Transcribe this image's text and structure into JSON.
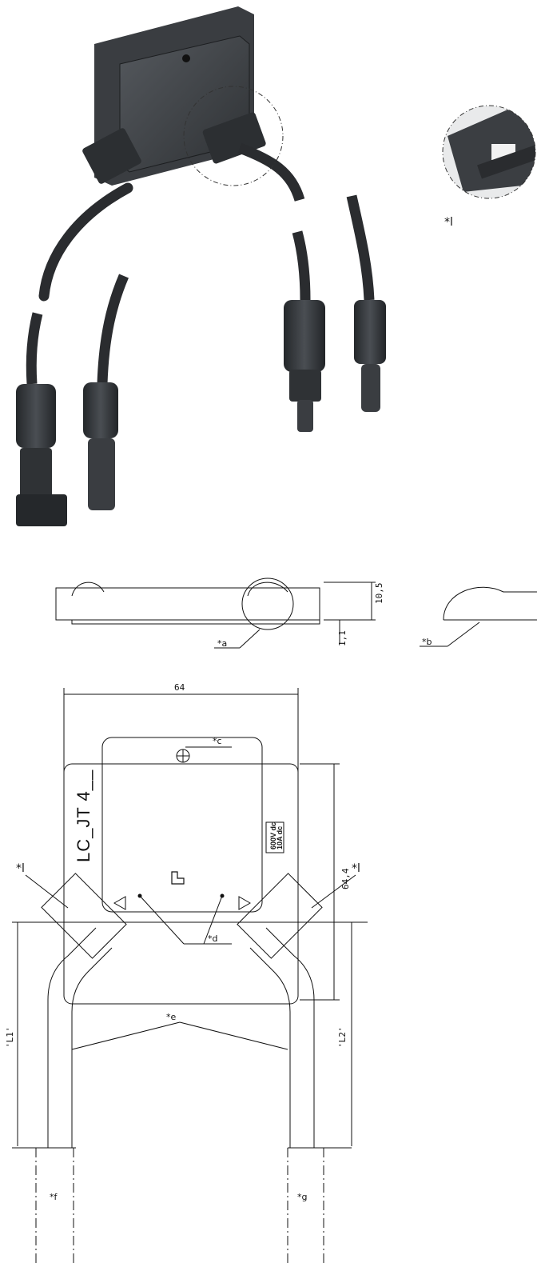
{
  "detail_marks": {
    "detail_l": "*l",
    "a": "*a",
    "b": "*b",
    "c": "*c",
    "d": "*d",
    "e": "*e",
    "f": "*f",
    "g": "*g"
  },
  "dimensions": {
    "width": "64",
    "height": "64,4",
    "thickness": "10,5",
    "base": "1,1",
    "length_left": "'L1'",
    "length_right": "'L2'"
  },
  "product_label": "LC_JT 4__",
  "rating": {
    "voltage": "600V dc",
    "current": "10A dc"
  },
  "colors": {
    "housing": "#3b3e42",
    "cable": "#2a2c2f",
    "line": "#111111"
  }
}
